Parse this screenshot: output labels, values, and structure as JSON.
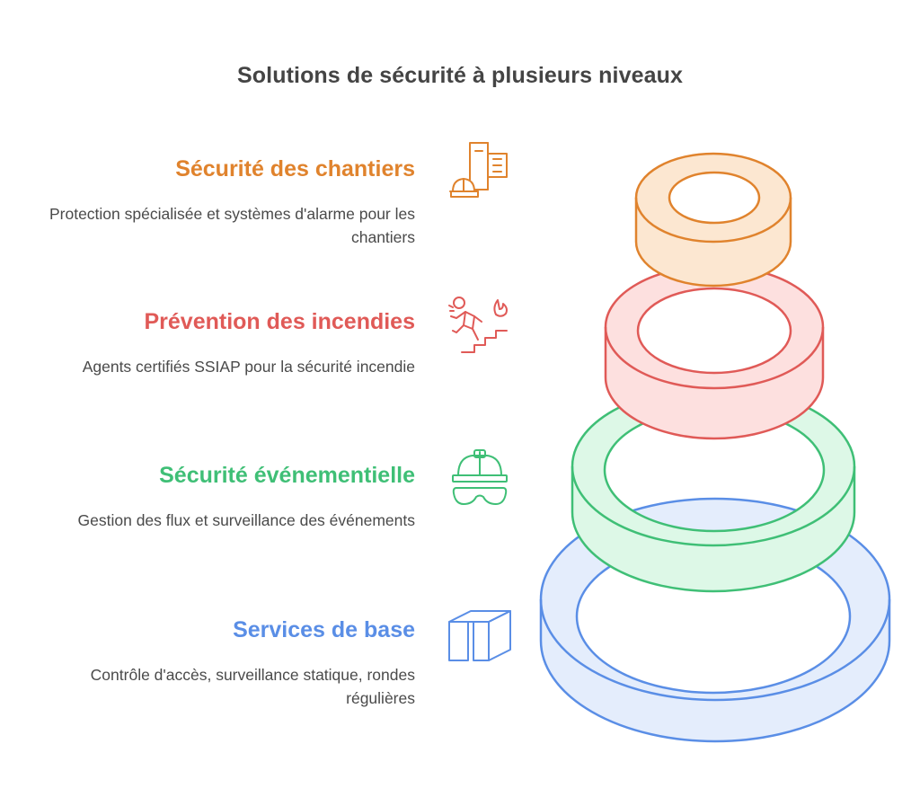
{
  "title": "Solutions de sécurité à plusieurs niveaux",
  "levels": [
    {
      "title": "Sécurité des chantiers",
      "description": "Protection spécialisée et systèmes d'alarme pour les chantiers",
      "icon": "construction-site-icon",
      "color": "#E0832D",
      "fill": "#FCE7D1"
    },
    {
      "title": "Prévention des incendies",
      "description": "Agents certifiés SSIAP pour la sécurité incendie",
      "icon": "fire-escape-icon",
      "color": "#E05A57",
      "fill": "#FDE0DF"
    },
    {
      "title": "Sécurité événementielle",
      "description": "Gestion des flux et surveillance des événements",
      "icon": "hardhat-goggles-icon",
      "color": "#3FBF76",
      "fill": "#DDF8E7"
    },
    {
      "title": "Services de base",
      "description": "Contrôle d'accès, surveillance statique, rondes régulières",
      "icon": "box-icon",
      "color": "#5A8EE6",
      "fill": "#E4EDFC"
    }
  ]
}
